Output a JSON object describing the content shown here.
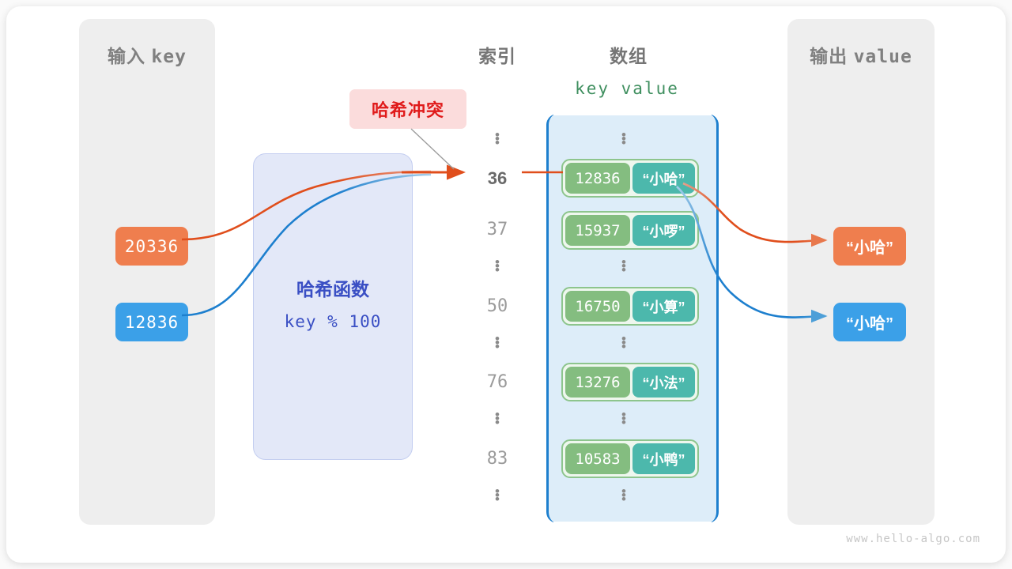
{
  "watermark": "www.hello-algo.com",
  "panels": {
    "input": {
      "title_cn": "输入",
      "title_mono": "key"
    },
    "output": {
      "title_cn": "输出",
      "title_mono": "value"
    }
  },
  "headings": {
    "index": "索引",
    "array": "数组",
    "kv": "key  value"
  },
  "hash_function": {
    "title": "哈希函数",
    "expression": "key % 100"
  },
  "collision": {
    "label": "哈希冲突",
    "color": "#e01b1b",
    "bg": "#fbdcdc"
  },
  "inputs": [
    {
      "key": "20336",
      "color": "#ef7e4e"
    },
    {
      "key": "12836",
      "color": "#3ba0e8"
    }
  ],
  "outputs": [
    {
      "value": "“小哈”",
      "color": "#ef7e4e"
    },
    {
      "value": "“小哈”",
      "color": "#3ba0e8"
    }
  ],
  "index_column": [
    "⋮",
    "36",
    "37",
    "⋮",
    "50",
    "⋮",
    "76",
    "⋮",
    "83",
    "⋮"
  ],
  "highlight_index": "36",
  "array_entries": [
    {
      "key": "12836",
      "value": "“小哈”"
    },
    {
      "key": "15937",
      "value": "“小啰”"
    },
    {
      "key": "16750",
      "value": "“小算”"
    },
    {
      "key": "13276",
      "value": "“小法”"
    },
    {
      "key": "10583",
      "value": "“小鸭”"
    }
  ],
  "colors": {
    "key_box": "#84bd80",
    "value_box": "#4cb8ac",
    "entry_border": "#8dc58d",
    "array_bg": "#ddedf9",
    "array_border": "#1d7fce",
    "hash_bg": "#e3e8f8",
    "hash_text": "#3a4fc4",
    "panel_bg": "#eeeeee",
    "orange_curve": "#e04e1c",
    "blue_curve": "#1d7fce"
  }
}
